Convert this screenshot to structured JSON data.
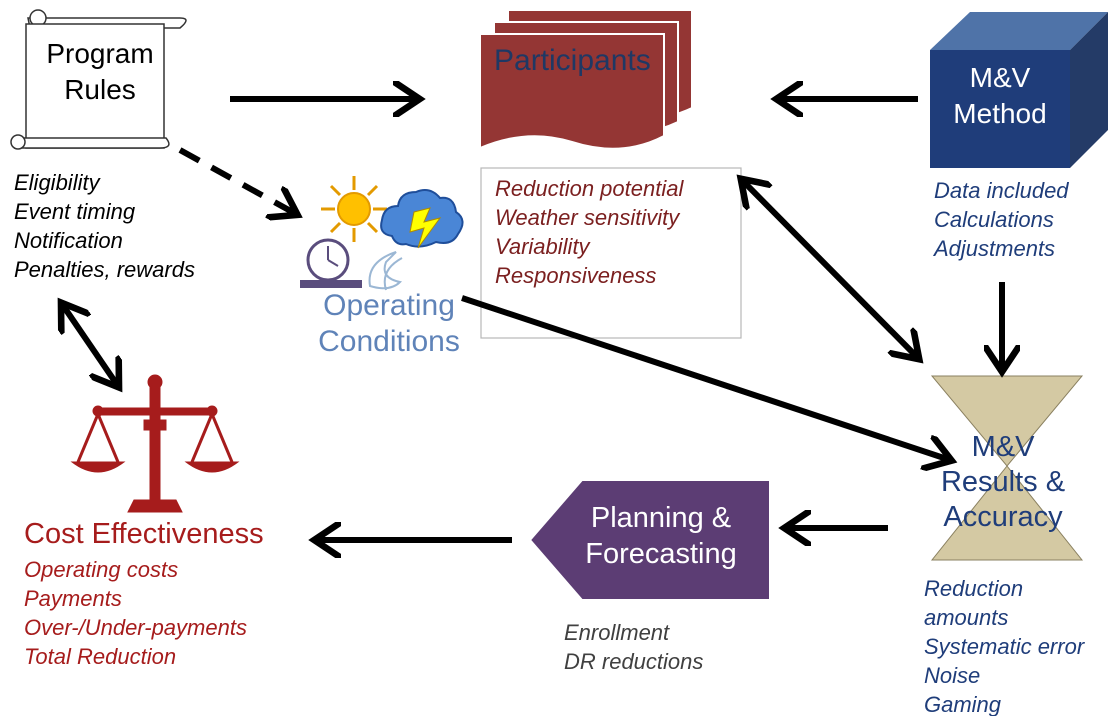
{
  "program_rules": {
    "title_line1": "Program",
    "title_line2": "Rules",
    "items": [
      "Eligibility",
      "Event timing",
      "Notification",
      "Penalties, rewards"
    ]
  },
  "participants": {
    "title": "Participants",
    "items": [
      "Reduction potential",
      "Weather sensitivity",
      "Variability",
      "Responsiveness"
    ]
  },
  "mv_method": {
    "title_line1": "M&V",
    "title_line2": "Method",
    "items": [
      "Data included",
      "Calculations",
      "Adjustments"
    ]
  },
  "operating_conditions": {
    "title_line1": "Operating",
    "title_line2": "Conditions",
    "icons": [
      "sun-icon",
      "storm-cloud-icon",
      "clock-icon",
      "wind-icon"
    ]
  },
  "mv_results": {
    "title_line1": "M&V",
    "title_line2": "Results &",
    "title_line3": "Accuracy",
    "items": [
      "Reduction",
      "amounts",
      "Systematic error",
      "Noise",
      "Gaming"
    ]
  },
  "planning": {
    "title_line1": "Planning &",
    "title_line2": "Forecasting",
    "items": [
      "Enrollment",
      "DR reductions"
    ]
  },
  "cost_effectiveness": {
    "title": "Cost Effectiveness",
    "items": [
      "Operating costs",
      "Payments",
      "Over-/Under-payments",
      "Total Reduction"
    ]
  },
  "colors": {
    "participants": "#943634",
    "mv_method": "#1f3d7a",
    "operating_conditions": "#5f83b8",
    "planning": "#5c3d74",
    "cost_effectiveness": "#a61c1c",
    "hourglass": "#d4c9a3"
  }
}
